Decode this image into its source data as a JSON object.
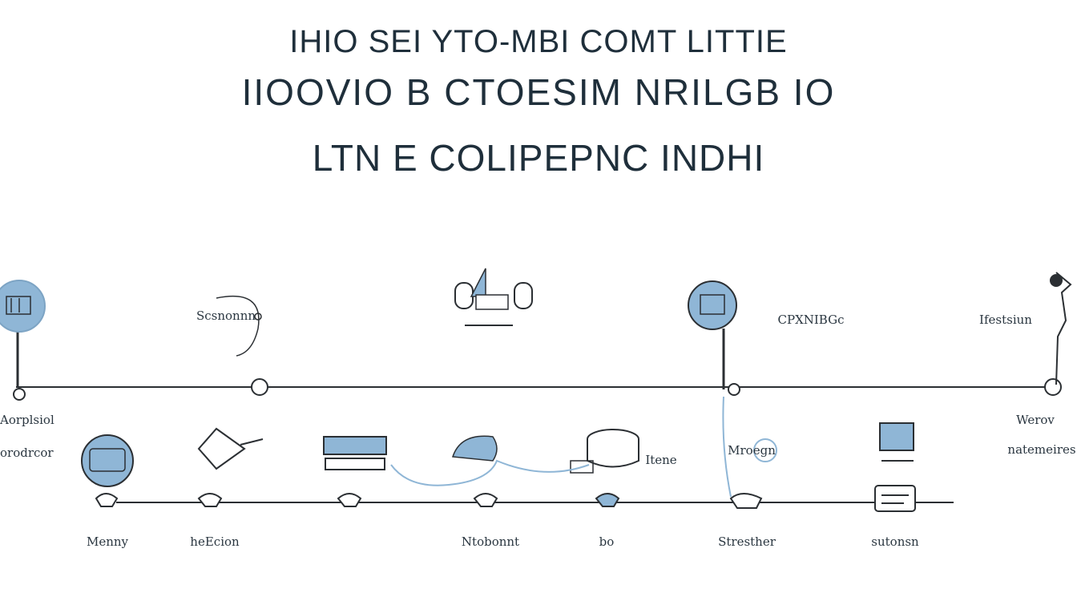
{
  "title": {
    "line1": "IHIO SEI YTO-MBI COMT LITTIE",
    "line2": "IIOOVIO B CTOESIM NRILGB IO",
    "line3": "LTN E COLIPEPNC INDHI"
  },
  "top_labels": [
    {
      "text": "Scsnonnn"
    },
    {
      "text": "CPXNIBGc"
    },
    {
      "text": "Ifestsiun"
    }
  ],
  "side_labels": [
    {
      "text": "Aorplsiol"
    },
    {
      "text": "orodrcor"
    },
    {
      "text": "Werov"
    },
    {
      "text": "natemeires"
    }
  ],
  "mid_labels": [
    {
      "text": "Itene"
    },
    {
      "text": "Mroegn"
    }
  ],
  "bottom_labels": [
    {
      "text": "Menny"
    },
    {
      "text": "heEcion"
    },
    {
      "text": "Ntobonnt"
    },
    {
      "text": "bo"
    },
    {
      "text": "Stresther"
    },
    {
      "text": "sutonsn"
    }
  ],
  "colors": {
    "accent": "#8fb6d6",
    "accent_dark": "#6f9fc4",
    "line": "#2b2f33"
  }
}
